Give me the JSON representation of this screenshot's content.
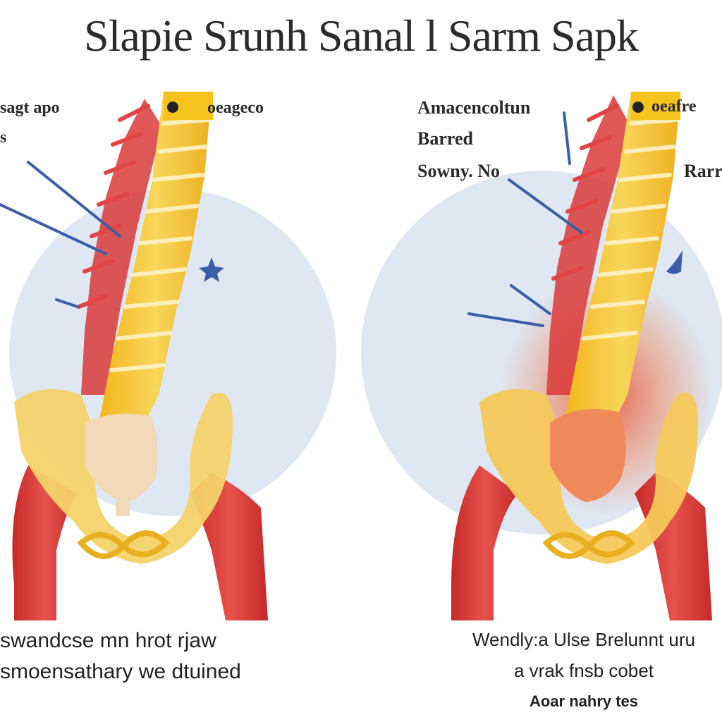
{
  "title": "Slapie Srunh Sanal l Sarm Sapk",
  "left_panel": {
    "labels": [
      "sagt apo",
      "s",
      "oeageco"
    ],
    "caption_lines": [
      "swandcse mn hrot rjaw",
      "smoensathary we dtuined"
    ]
  },
  "right_panel": {
    "labels": [
      "Amacencoltun",
      "Barred",
      "Sowny. No",
      "oeafre",
      "Rarr"
    ],
    "caption_lines": [
      "Wendly:a Ulse Brelunnt uru",
      "a vrak fnsb cobet",
      "Aoar nahry tes"
    ]
  },
  "colors": {
    "backdrop": "#dfe7f2",
    "bone": "#f5c842",
    "muscle": "#d93a3a",
    "sacrum": "#f2d9b8",
    "pointer": "#3a5fa8",
    "pain": "#e8452c"
  }
}
